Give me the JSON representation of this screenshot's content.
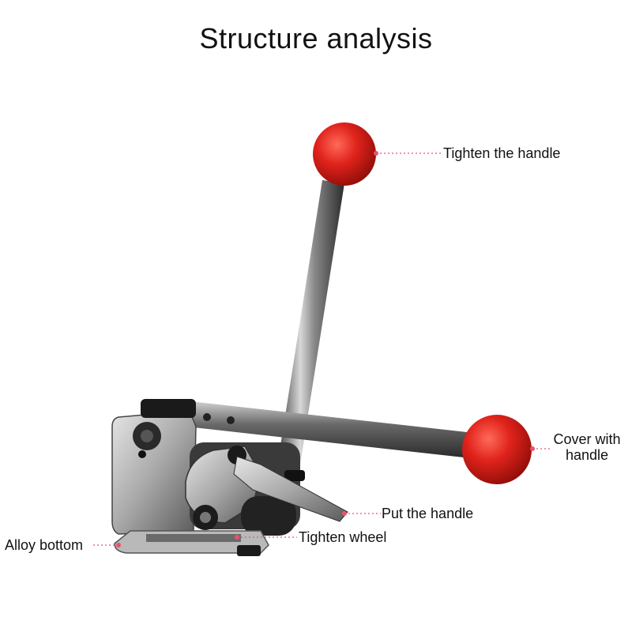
{
  "title": "Structure analysis",
  "labels": {
    "tighten_handle": "Tighten the handle",
    "cover_with_handle_line1": "Cover with",
    "cover_with_handle_line2": "handle",
    "put_handle": "Put the handle",
    "tighten_wheel": "Tighten wheel",
    "alloy_bottom": "Alloy bottom"
  },
  "colors": {
    "knob_red": "#e0231c",
    "leader_pink": "#e9546b",
    "steel": "#9a9a9a"
  }
}
